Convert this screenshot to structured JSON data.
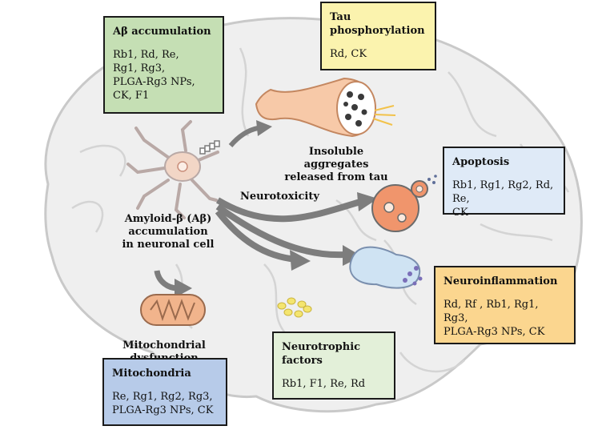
{
  "boxes": {
    "abeta": {
      "title": "Aβ accumulation",
      "body": "Rb1, Rd, Re,\nRg1, Rg3,\nPLGA-Rg3 NPs,\nCK, F1"
    },
    "tau": {
      "title": "Tau phosphorylation",
      "body": "Rd, CK"
    },
    "apoptosis": {
      "title": "Apoptosis",
      "body": "Rb1, Rg1, Rg2, Rd, Re,\nCK"
    },
    "neuroinflammation": {
      "title": "Neuroinflammation",
      "body": "Rd, Rf , Rb1, Rg1, Rg3,\nPLGA-Rg3 NPs, CK"
    },
    "neurotrophic": {
      "title": "Neurotrophic factors",
      "body": "Rb1, F1, Re, Rd"
    },
    "mitochondria": {
      "title": "Mitochondria",
      "body": "Re, Rg1, Rg2, Rg3,\nPLGA-Rg3 NPs, CK"
    }
  },
  "labels": {
    "insoluble": "Insoluble aggregates\nreleased from tau",
    "neurotoxicity": "Neurotoxicity",
    "abeta_cell": "Amyloid-β (Aβ)\naccumulation\nin neuronal cell",
    "mito_dysfunction": "Mitochondrial dysfunction"
  },
  "colors": {
    "abeta_box": "#c5dfb4",
    "tau_box": "#fbf3ae",
    "apoptosis_box": "#dfeaf7",
    "neuroinflammation_box": "#fbd68f",
    "neurotrophic_box": "#e3f0d9",
    "mitochondria_box": "#b7cbe9",
    "brain_fill": "#efefef",
    "arrow": "#7d7d7d"
  }
}
